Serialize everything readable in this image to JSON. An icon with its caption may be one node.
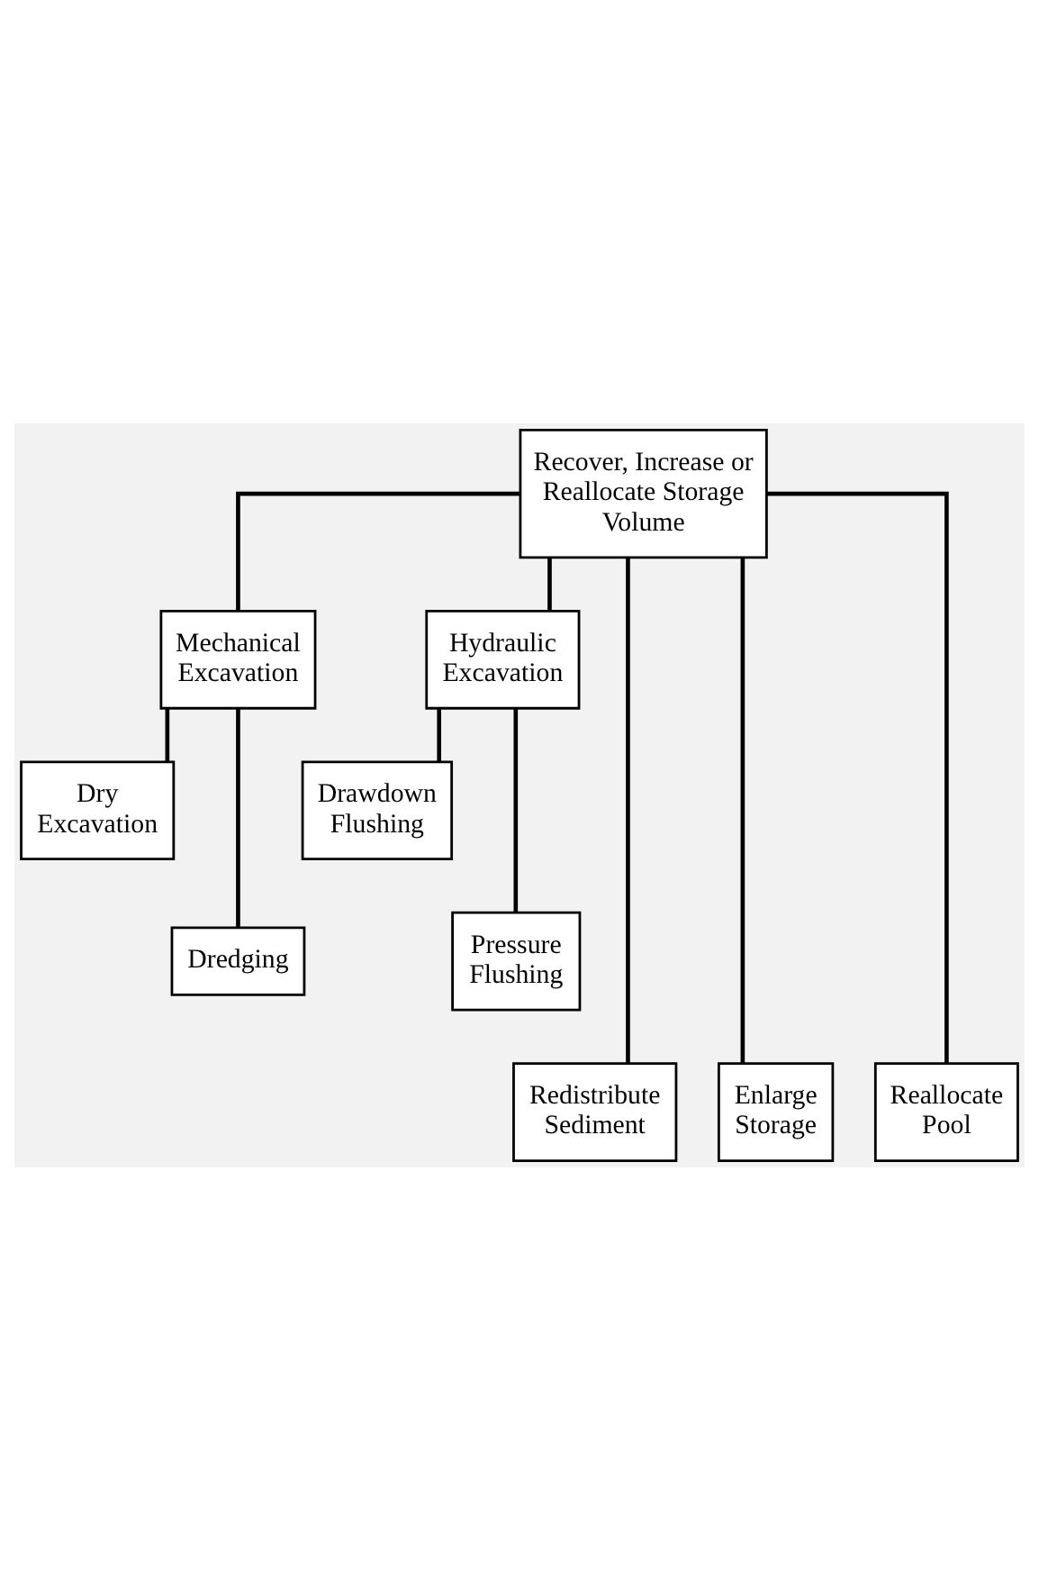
{
  "diagram": {
    "nodes": [
      {
        "text": [
          "Recover, Increase or Reallocate Storage Volume"
        ]
      },
      {
        "text": [
          "Mechanical Excavation"
        ]
      },
      {
        "text": [
          "Hydraulic Excavation"
        ]
      },
      {
        "text": [
          "Dry Excavation"
        ]
      },
      {
        "text": [
          "Dredging"
        ]
      },
      {
        "text": [
          "Drawdown Flushing"
        ]
      },
      {
        "text": [
          "Pressure Flushing"
        ]
      },
      {
        "text": [
          "Redistribute Sediment"
        ]
      },
      {
        "text": [
          "Enlarge Storage"
        ]
      },
      {
        "text": [
          "Reallocate Pool"
        ]
      }
    ],
    "edges": [
      {
        "from": 0,
        "to": 1,
        "arrow": "none"
      },
      {
        "from": 0,
        "to": 2,
        "arrow": "none"
      },
      {
        "from": 1,
        "to": 3,
        "arrow": "none"
      },
      {
        "from": 1,
        "to": 4,
        "arrow": "none"
      },
      {
        "from": 2,
        "to": 5,
        "arrow": "none"
      },
      {
        "from": 2,
        "to": 6,
        "arrow": "none"
      },
      {
        "from": 0,
        "to": 7,
        "arrow": "none"
      },
      {
        "from": 0,
        "to": 8,
        "arrow": "none"
      },
      {
        "from": 0,
        "to": 9,
        "arrow": "none"
      }
    ]
  }
}
